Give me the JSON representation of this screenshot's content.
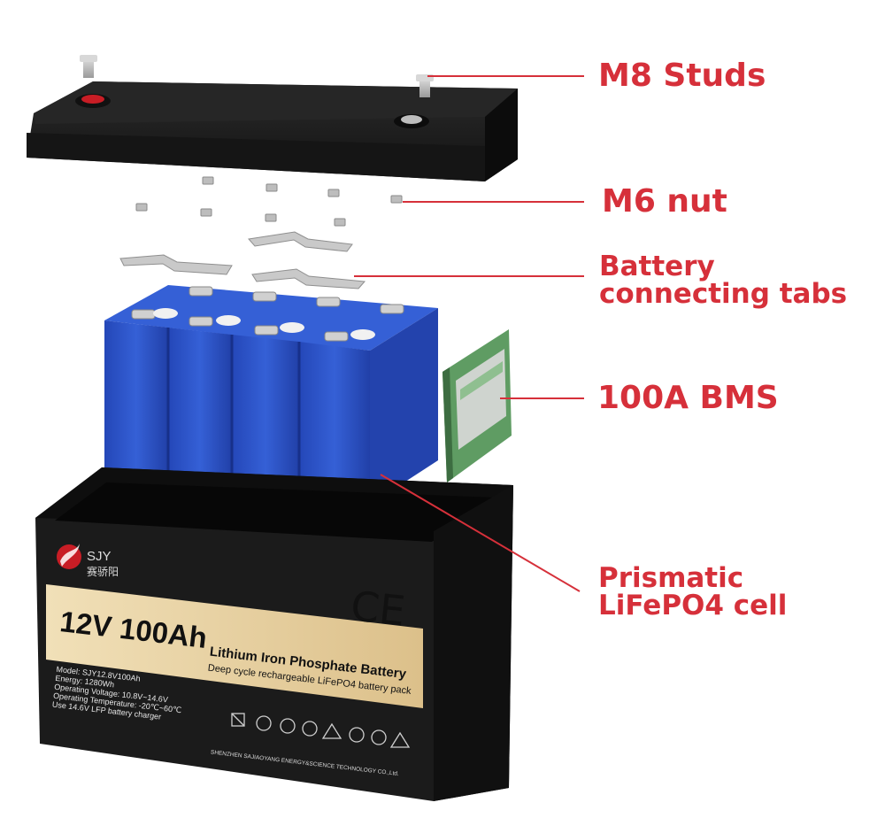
{
  "callouts": {
    "studs": "M8 Studs",
    "nut": "M6 nut",
    "tabs_line1": "Battery",
    "tabs_line2": "connecting tabs",
    "bms": "100A BMS",
    "cell_line1": "Prismatic",
    "cell_line2": "LiFePO4 cell"
  },
  "battery_label": {
    "brand": "SJY",
    "brand_cn": "赛骄阳",
    "rating": "12V 100Ah",
    "product": "Lithium Iron Phosphate Battery",
    "subtitle": "Deep cycle rechargeable LiFePO4 battery pack",
    "cert": "CE",
    "spec_lines": [
      "Model: SJY12.8V100Ah",
      "Energy: 1280Wh",
      "Operating Voltage: 10.8V~14.6V",
      "Operating Temperature: -20℃~60℃",
      "Use 14.6V LFP battery charger"
    ],
    "manufacturer": "SHENZHEN SAJIAOYANG ENERGY&SCIENCE TECHNOLOGY CO.,Ltd."
  },
  "colors": {
    "callout": "#d6303a",
    "casing": "#1b1b1b",
    "cell_blue": "#2f55c9",
    "label_gold": "#e9d3a3",
    "bms_green": "#5f9c63"
  }
}
